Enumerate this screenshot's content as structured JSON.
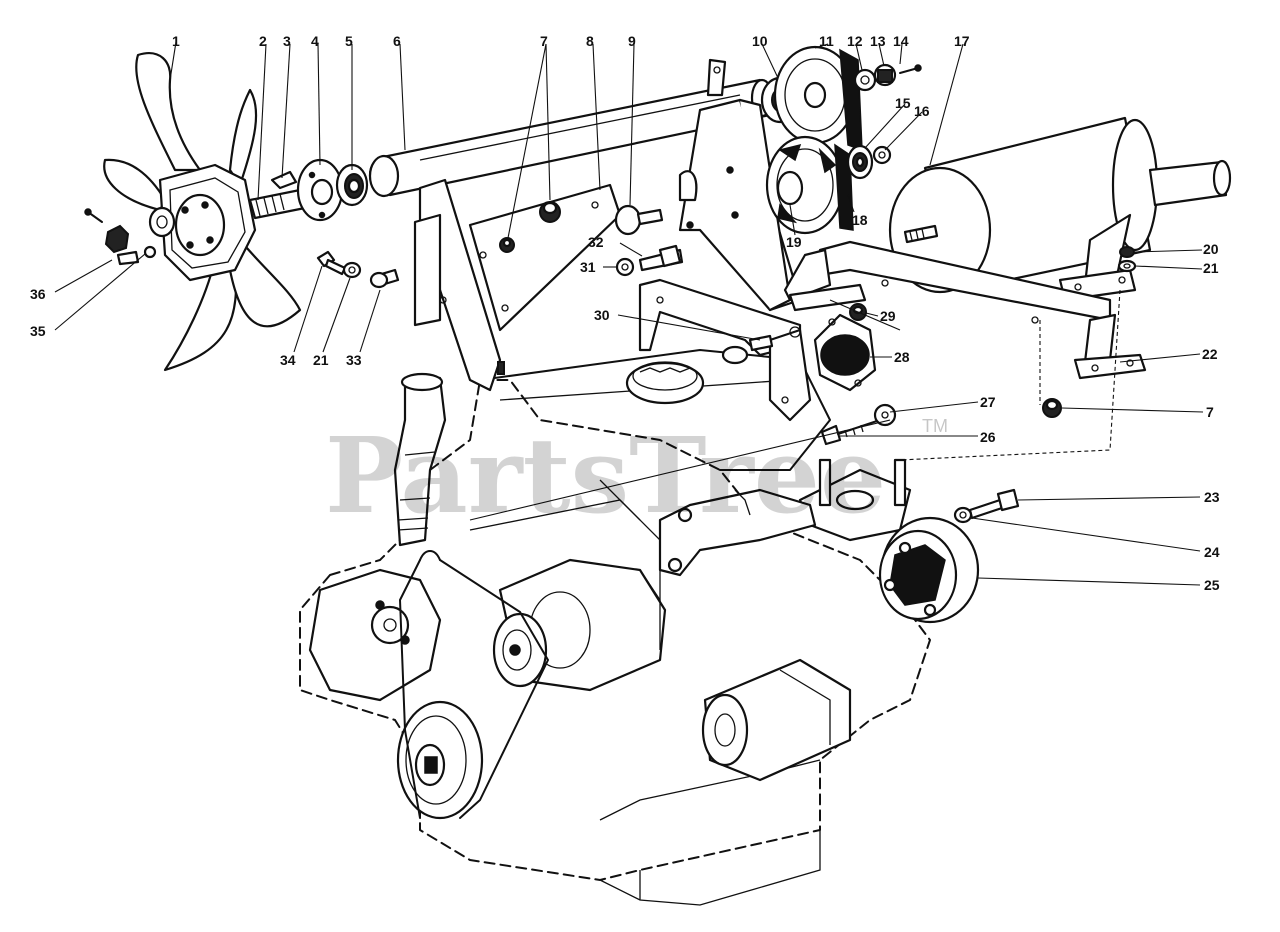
{
  "watermark": {
    "text": "PartsTree",
    "trademark": "TM"
  },
  "callouts": [
    "1",
    "2",
    "3",
    "4",
    "5",
    "6",
    "7",
    "8",
    "9",
    "10",
    "11",
    "12",
    "13",
    "14",
    "15",
    "16",
    "17",
    "18",
    "19",
    "20",
    "21",
    "22",
    "23",
    "24",
    "25",
    "26",
    "27",
    "28",
    "29",
    "30",
    "31",
    "32",
    "33",
    "34",
    "35",
    "36"
  ]
}
